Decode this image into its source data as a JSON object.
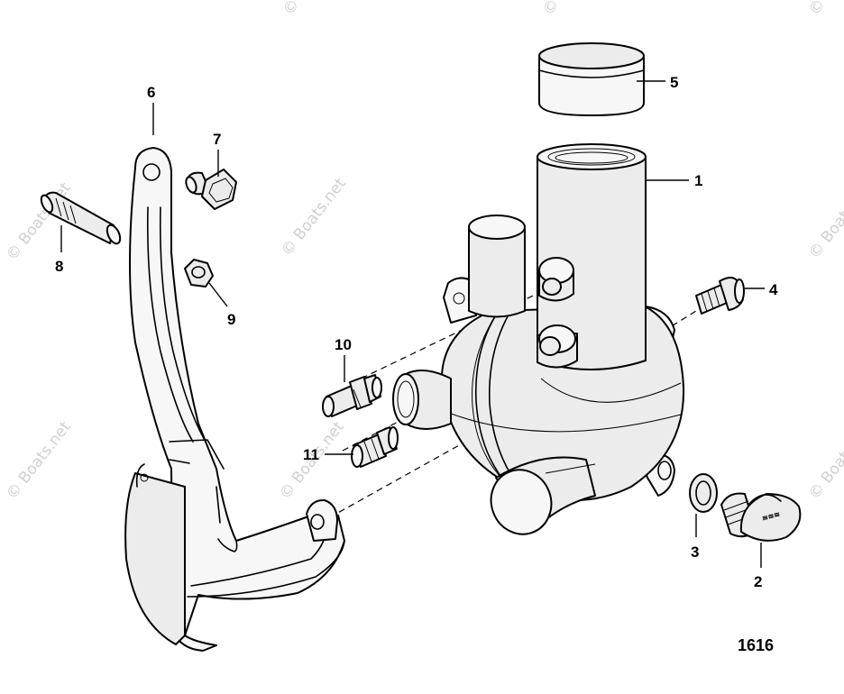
{
  "watermark": {
    "text": "© Boats.net",
    "color": "#cfcfcf"
  },
  "figure_number": "1616",
  "callouts": [
    {
      "id": "callout-1",
      "label": "1"
    },
    {
      "id": "callout-2",
      "label": "2"
    },
    {
      "id": "callout-3",
      "label": "3"
    },
    {
      "id": "callout-4",
      "label": "4"
    },
    {
      "id": "callout-5",
      "label": "5"
    },
    {
      "id": "callout-6",
      "label": "6"
    },
    {
      "id": "callout-7",
      "label": "7"
    },
    {
      "id": "callout-8",
      "label": "8"
    },
    {
      "id": "callout-9",
      "label": "9"
    },
    {
      "id": "callout-10",
      "label": "10"
    },
    {
      "id": "callout-11",
      "label": "11"
    }
  ],
  "parts": [
    {
      "callout": "1",
      "name": "thermostat-housing"
    },
    {
      "callout": "2",
      "name": "drain-plug"
    },
    {
      "callout": "3",
      "name": "sealing-washer"
    },
    {
      "callout": "4",
      "name": "flange-bolt"
    },
    {
      "callout": "5",
      "name": "cap-sleeve"
    },
    {
      "callout": "6",
      "name": "mounting-bracket"
    },
    {
      "callout": "7",
      "name": "hex-bolt"
    },
    {
      "callout": "8",
      "name": "stud"
    },
    {
      "callout": "9",
      "name": "hex-nut"
    },
    {
      "callout": "10",
      "name": "hose-fitting-large"
    },
    {
      "callout": "11",
      "name": "hose-fitting-small"
    }
  ]
}
